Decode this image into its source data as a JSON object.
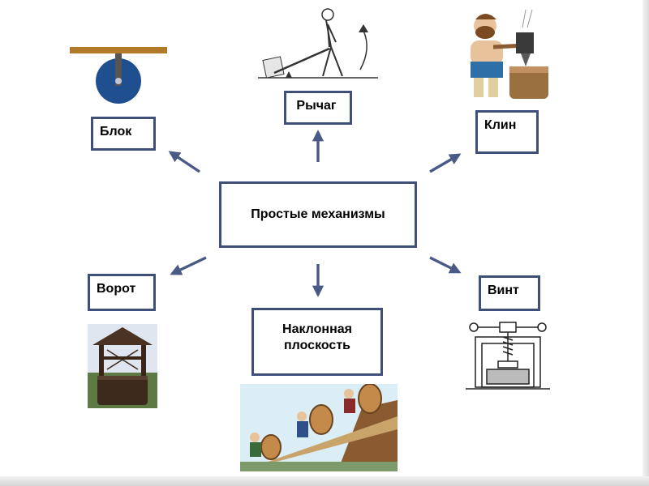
{
  "diagram": {
    "center_label": "Простые механизмы",
    "nodes": {
      "block": "Блок",
      "lever": "Рычаг",
      "wedge": "Клин",
      "winch": "Ворот",
      "screw": "Винт",
      "inclined_plane": "Наклонная плоскость"
    }
  },
  "colors": {
    "box_border": "#3f4f77",
    "arrow": "#4a5a86",
    "pulley": "#1f4f8f",
    "beam": "#b07a2a"
  },
  "icons": [
    "pulley-illustration",
    "lever-illustration",
    "wedge-illustration",
    "winch-well-illustration",
    "screw-press-illustration",
    "inclined-plane-illustration"
  ]
}
